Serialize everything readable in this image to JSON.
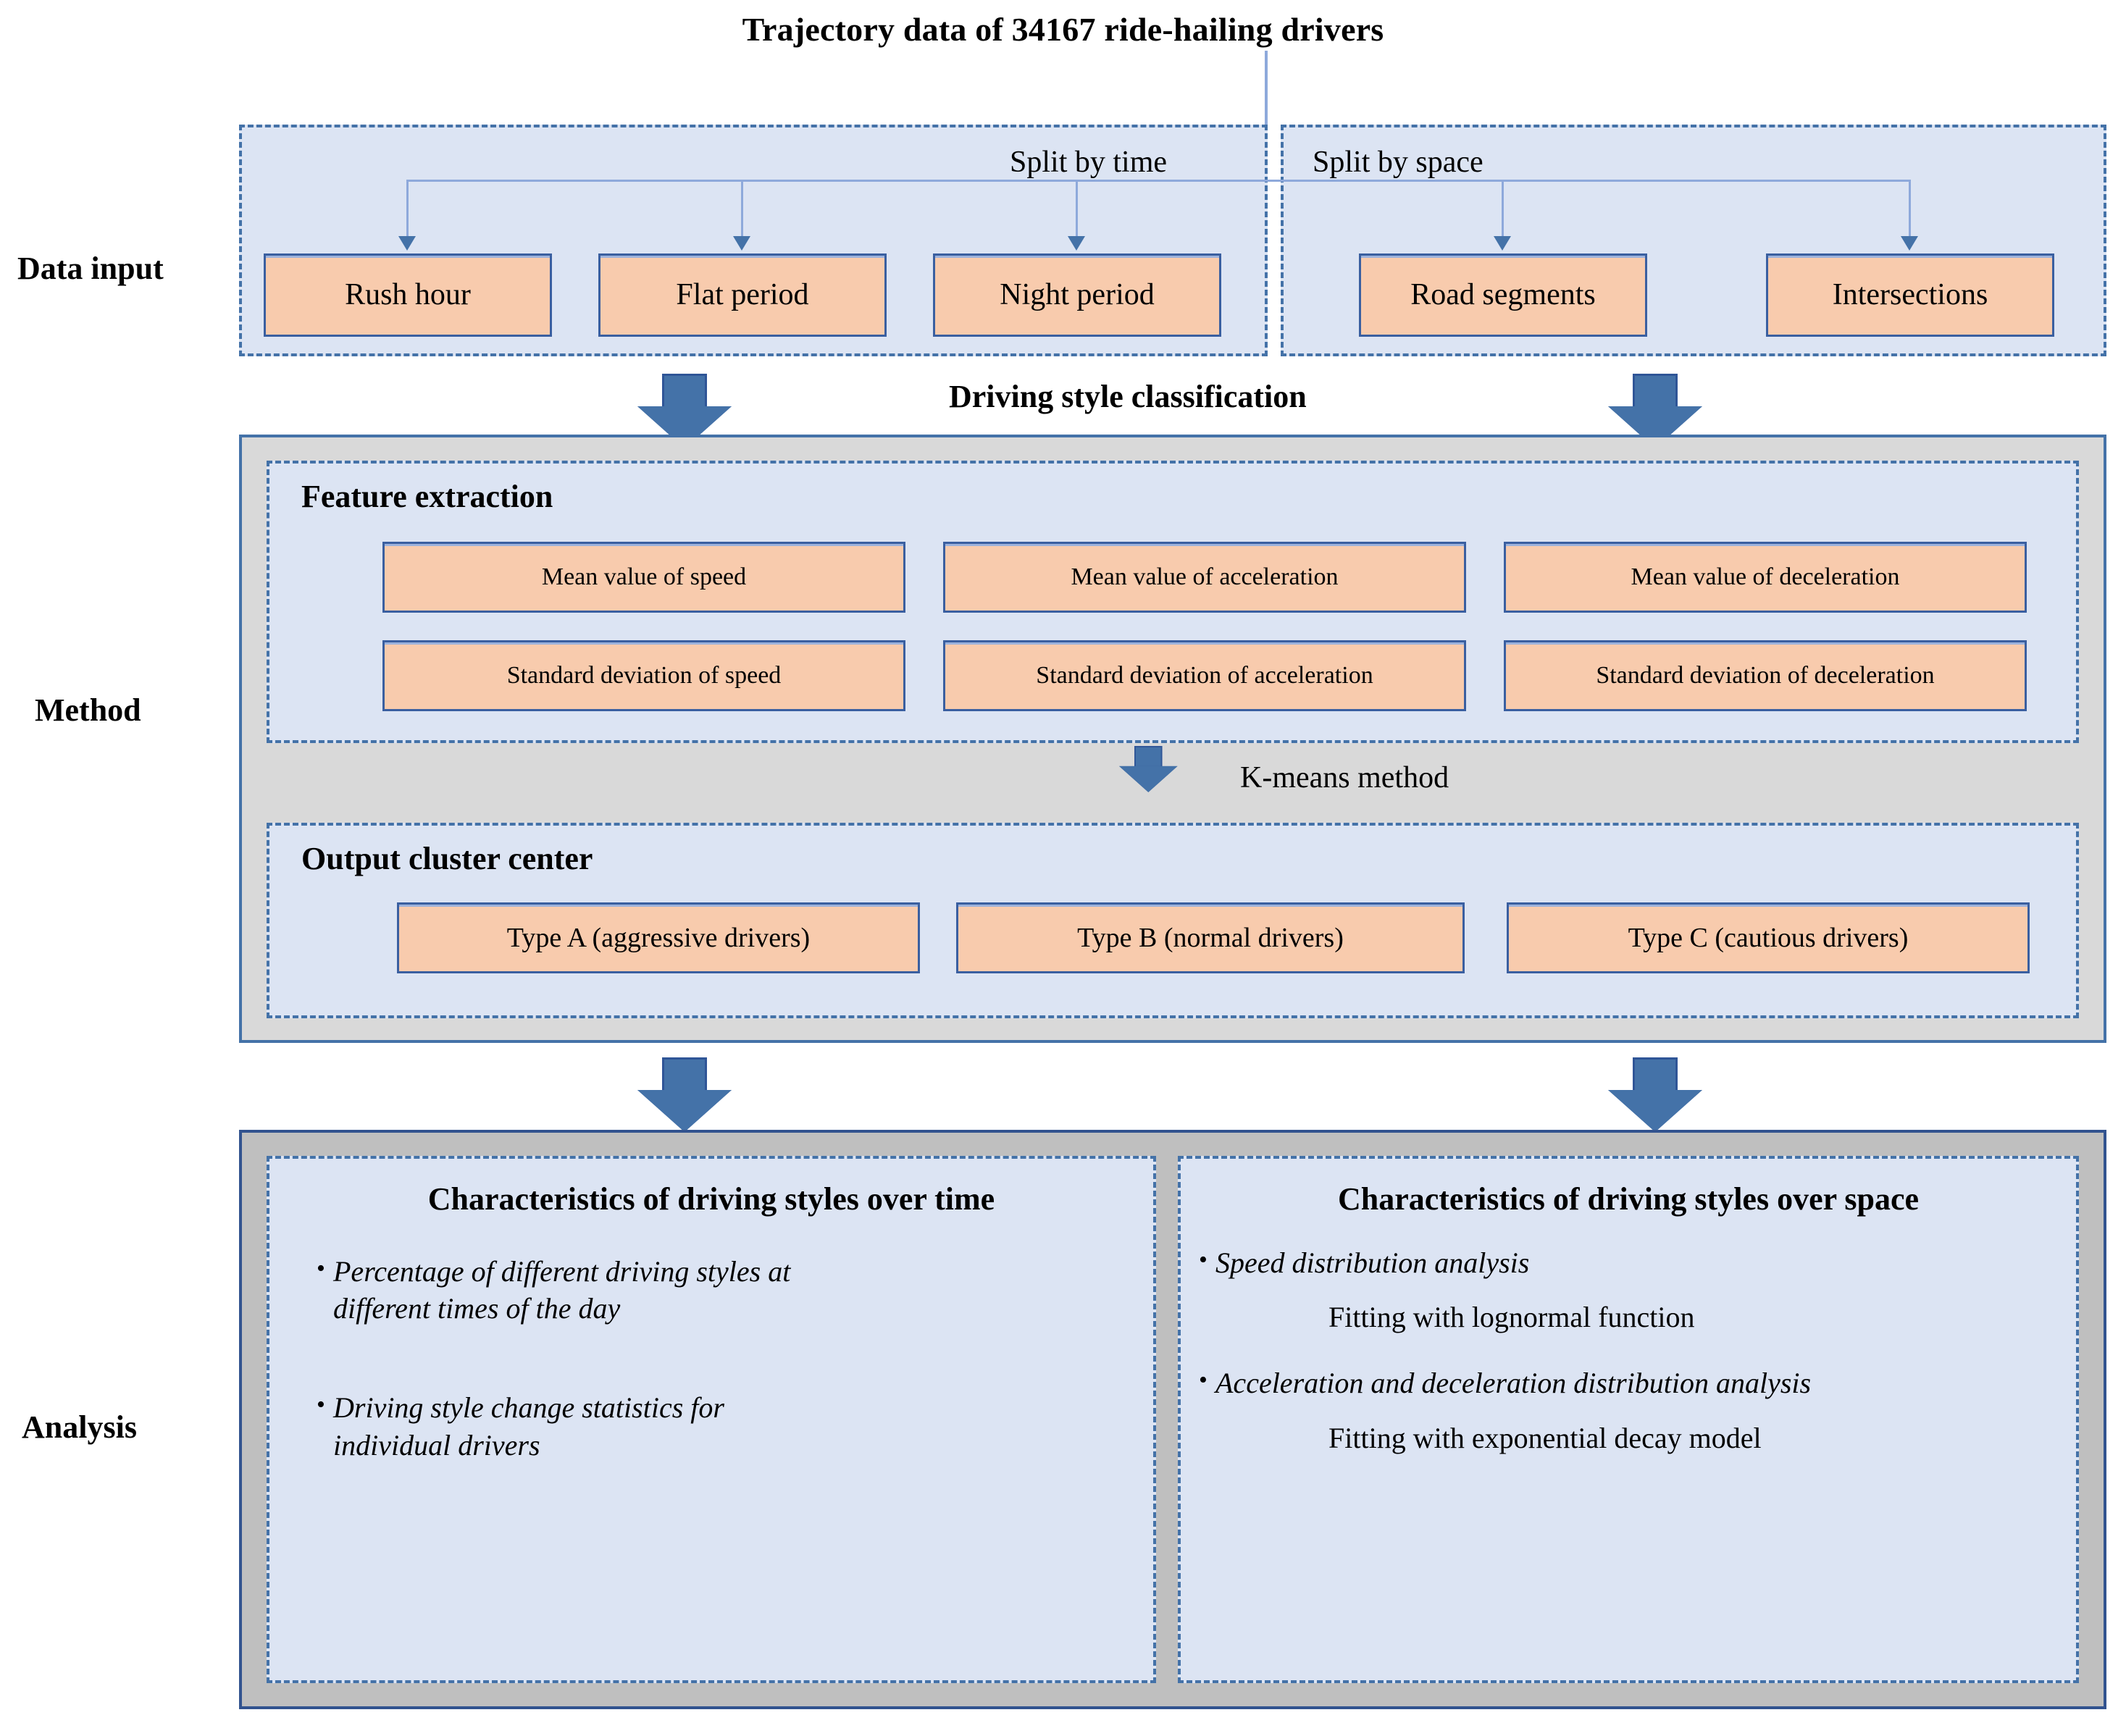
{
  "title": "Trajectory data of 34167 ride-hailing drivers",
  "row_labels": {
    "data_input": "Data input",
    "method": "Method",
    "analysis": "Analysis"
  },
  "data_input": {
    "groups": [
      {
        "label": "Split by time",
        "boxes": [
          "Rush hour",
          "Flat period",
          "Night period"
        ]
      },
      {
        "label": "Split by space",
        "boxes": [
          "Road segments",
          "Intersections"
        ]
      }
    ]
  },
  "classification_label": "Driving style classification",
  "method": {
    "feature_extraction": {
      "heading": "Feature extraction",
      "boxes": [
        "Mean value of speed",
        "Mean value of acceleration",
        "Mean value of deceleration",
        "Standard  deviation  of speed",
        "Standard  deviation  of acceleration",
        "Standard  deviation  of deceleration"
      ]
    },
    "kmeans_label": "K-means method",
    "output_cluster": {
      "heading": "Output cluster center",
      "boxes": [
        "Type A (aggressive  drivers)",
        "Type B (normal drivers)",
        "Type C (cautious drivers)"
      ]
    }
  },
  "analysis": {
    "left": {
      "heading": "Characteristics of driving styles over time",
      "bullets": [
        "Percentage of different driving styles at different times of the day",
        "Driving style change statistics for individual drivers"
      ]
    },
    "right": {
      "heading": "Characteristics of driving styles over space",
      "bullets": [
        "Speed distribution analysis",
        "Acceleration and deceleration distribution analysis"
      ],
      "sublines": [
        "Fitting with lognormal function",
        "Fitting with exponential decay model"
      ]
    }
  },
  "bullet_glyph": "•",
  "colors": {
    "box_fill": "#F8CBAD",
    "box_border": "#3A5FA0",
    "panel_blue": "#DCE4F3",
    "panel_gray_method": "#D9D9D9",
    "panel_gray_analysis": "#BFBFBF",
    "arrow_blue": "#4472A8",
    "connector_blue": "#8EA9DB"
  }
}
